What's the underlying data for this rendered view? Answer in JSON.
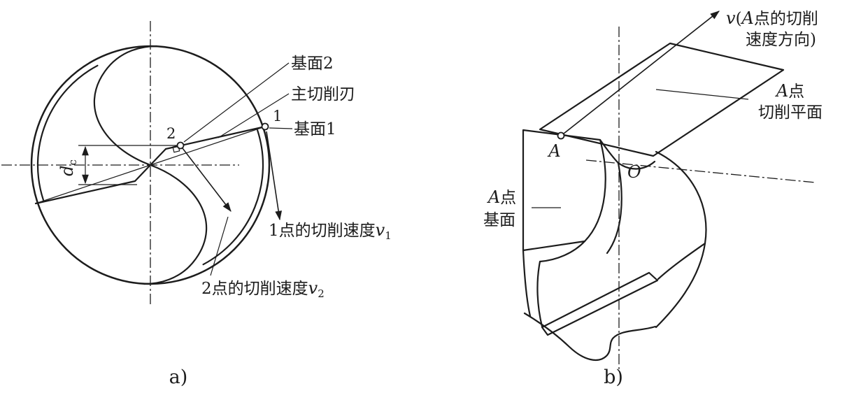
{
  "colors": {
    "ink": "#1c1c1c",
    "background": "#ffffff"
  },
  "figure_a": {
    "caption": "a)",
    "point_1": "1",
    "point_2": "2",
    "label_base_plane_2": "基面2",
    "label_main_cutting_edge": "主切削刃",
    "label_base_plane_1": "基面1",
    "speed_1_prefix": "1点的切削速度",
    "speed_1_symbol": "v",
    "speed_1_sub": "1",
    "speed_2_prefix": "2点的切削速度",
    "speed_2_symbol": "v",
    "speed_2_sub": "2",
    "dim_symbol": "d",
    "dim_sub": "c"
  },
  "figure_b": {
    "caption": "b)",
    "velocity_symbol": "v",
    "velocity_open_paren": "(",
    "velocity_point": "A",
    "velocity_line1_rest": "点的切削",
    "velocity_line2": "速度方向)",
    "cutting_plane_point": "A",
    "cutting_plane_line1_rest": "点",
    "cutting_plane_line2": "切削平面",
    "base_plane_point": "A",
    "base_plane_line1_rest": "点",
    "base_plane_line2": "基面",
    "point_a": "A",
    "point_o": "O"
  }
}
